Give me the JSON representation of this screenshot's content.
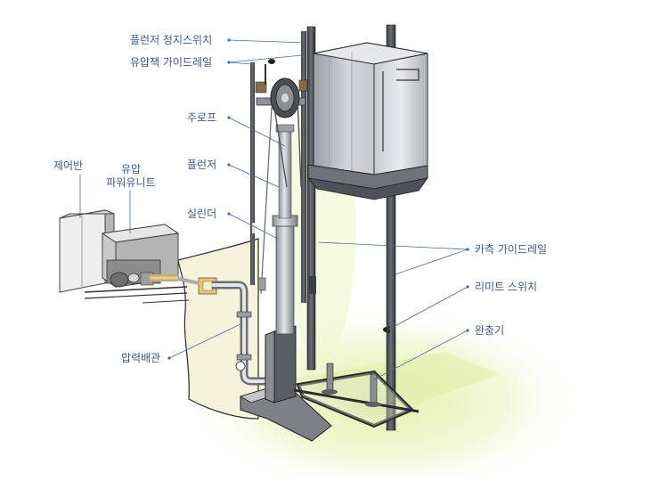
{
  "diagram": {
    "labels": {
      "plunger_stop_switch": "플런저 정지스위치",
      "oil_jack_guide_rail": "유압잭 가이드레일",
      "main_rope": "주로프",
      "plunger": "플런저",
      "cylinder": "실린더",
      "control_panel": "제어반",
      "hydraulic_power_unit_line1": "유압",
      "hydraulic_power_unit_line2": "파워유니트",
      "pressure_pipe": "압력배관",
      "car_guide_rail": "카측 가이드레일",
      "limit_switch": "리미트 스위치",
      "buffer": "완충기"
    },
    "colors": {
      "label_text": "#3f5a86",
      "leader_line": "#4a6aa0",
      "wall": "#f6f3dc",
      "floor_glow": "#e9f2b8",
      "steel": "#b9bcc1",
      "dark_steel": "#4b4e54",
      "brass": "#c8a96a"
    }
  }
}
